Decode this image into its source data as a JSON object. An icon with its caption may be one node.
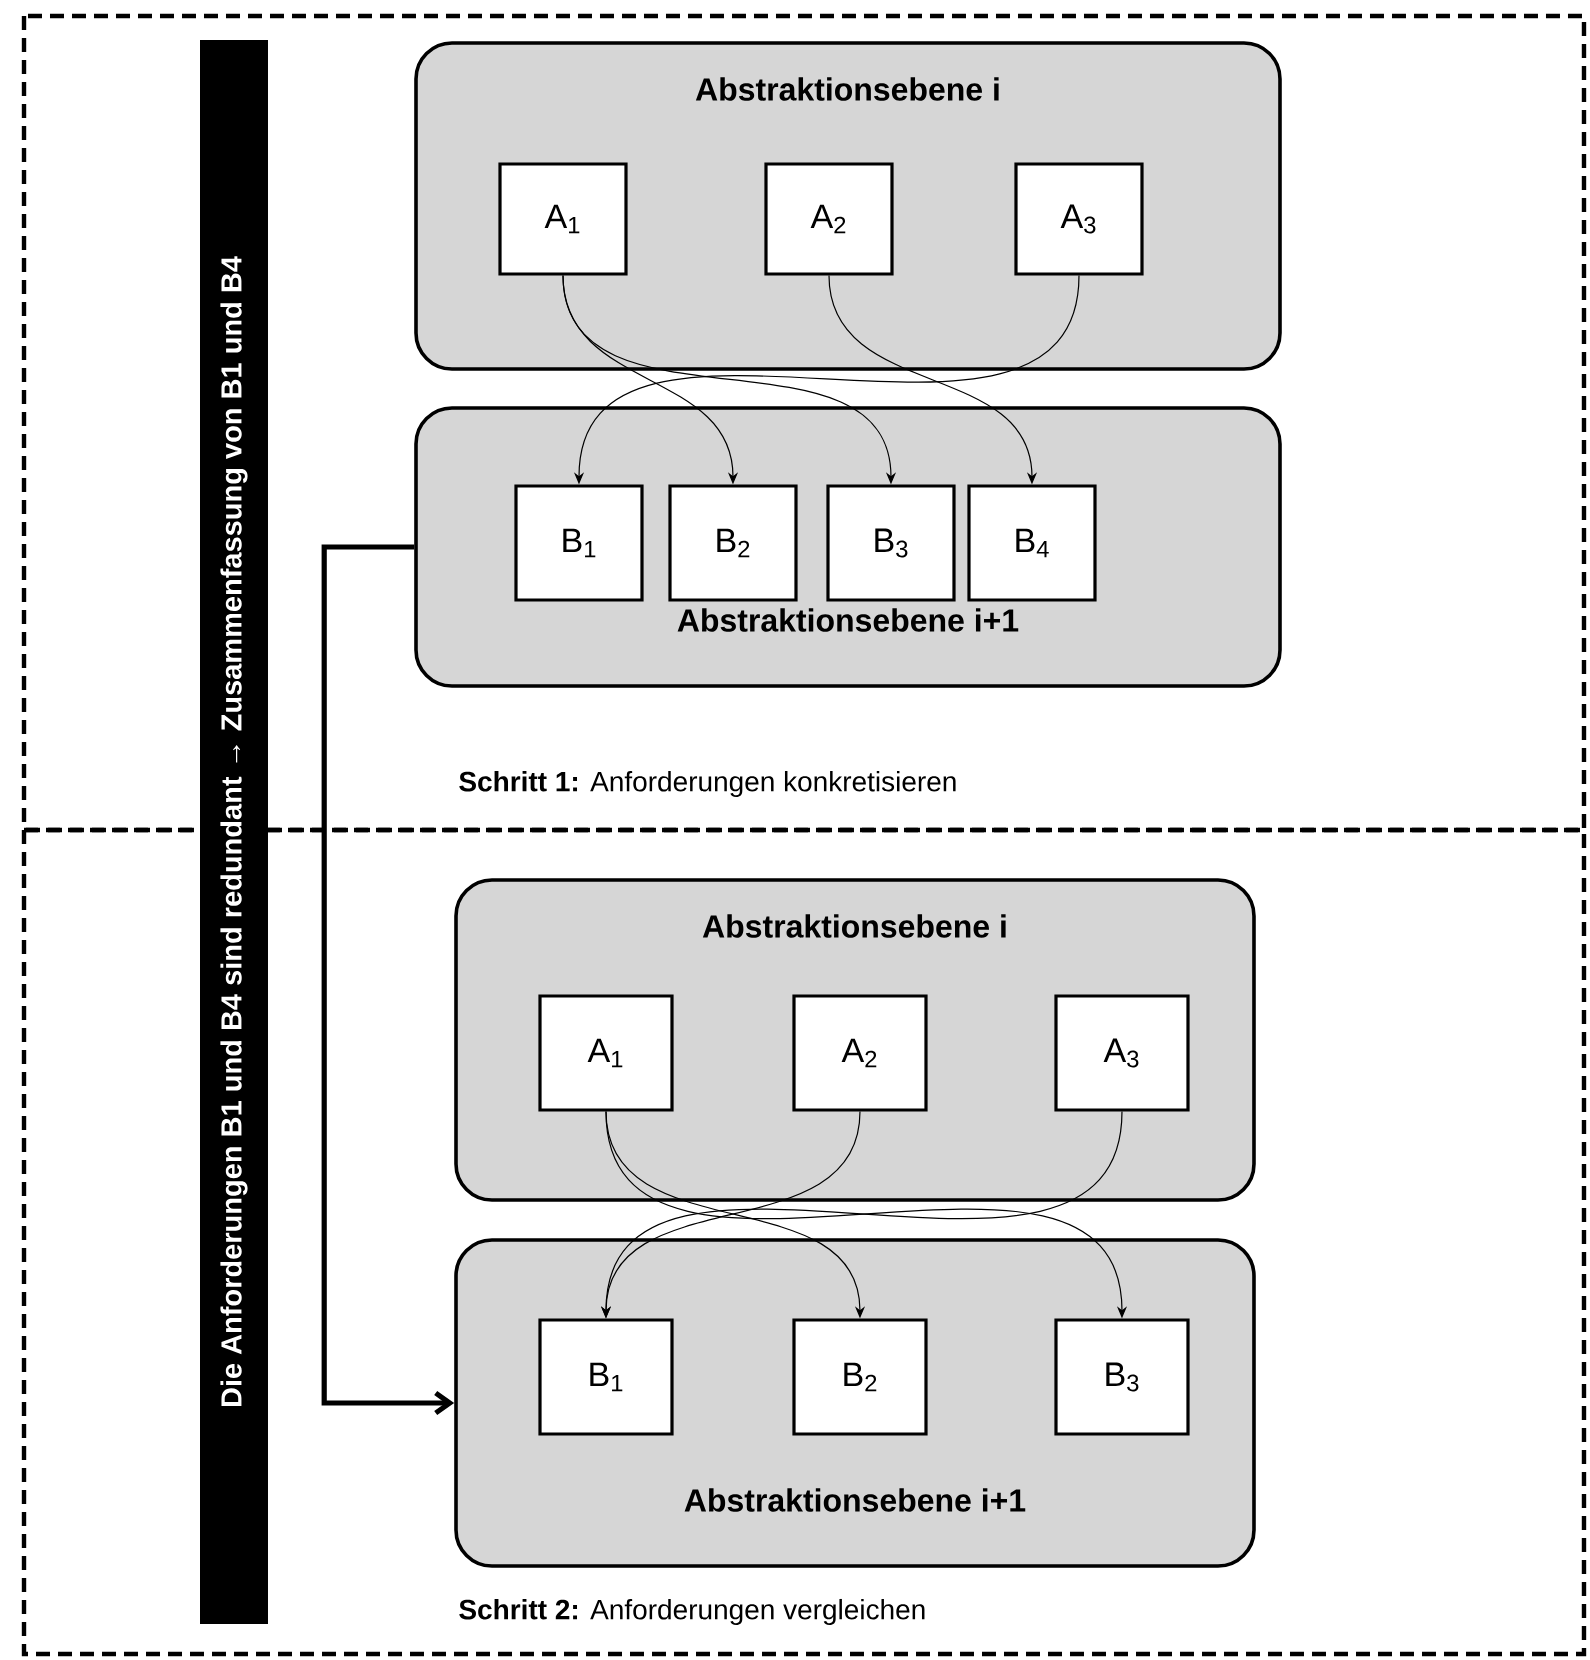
{
  "diagram": {
    "nodes": [
      {
        "text": [
          "Abstraktionsebene i"
        ]
      },
      {
        "text": [
          "A$_{1}$"
        ],
        "in": 0
      },
      {
        "text": [
          "A$_{2}$"
        ],
        "in": 0
      },
      {
        "text": [
          "A$_{3}$"
        ],
        "in": 0
      },
      {
        "text": [
          "Abstraktionsebene i+1"
        ]
      },
      {
        "text": [
          "B$_{1}$"
        ],
        "in": 4
      },
      {
        "text": [
          "B$_{2}$"
        ],
        "in": 4
      },
      {
        "text": [
          "B$_{3}$"
        ],
        "in": 4
      },
      {
        "text": [
          "B$_{4}$"
        ],
        "in": 4
      },
      {
        "text": [
          "Abstraktionsebene i"
        ]
      },
      {
        "text": [
          "A$_{1}$"
        ],
        "in": 9
      },
      {
        "text": [
          "A$_{2}$"
        ],
        "in": 9
      },
      {
        "text": [
          "A$_{3}$"
        ],
        "in": 9
      },
      {
        "text": [
          "Abstraktionsebene i+1"
        ]
      },
      {
        "text": [
          "B$_{1}$"
        ],
        "in": 13
      },
      {
        "text": [
          "B$_{2}$"
        ],
        "in": 13
      },
      {
        "text": [
          "B$_{3}$"
        ],
        "in": 13
      },
      {
        "text": [
          "Die Anforderungen B1 und B4 sind redundant → Zusammenfassung von B1 und B4"
        ]
      }
    ],
    "edges": [
      {
        "from": 1,
        "to": 6,
        "arrow": "to"
      },
      {
        "from": 1,
        "to": 7,
        "arrow": "to"
      },
      {
        "from": 2,
        "to": 8,
        "arrow": "to"
      },
      {
        "from": 3,
        "to": 5,
        "arrow": "to"
      },
      {
        "from": 10,
        "to": 15,
        "arrow": "to"
      },
      {
        "from": 10,
        "to": 16,
        "arrow": "to"
      },
      {
        "from": 11,
        "to": 14,
        "arrow": "to"
      },
      {
        "from": 12,
        "to": 14,
        "arrow": "to"
      },
      {
        "from": 4,
        "to": 13,
        "arrow": "to",
        "style": "thick"
      }
    ],
    "labels": [
      "**Schritt 1:** Anforderungen konkretisieren",
      "**Schritt 2:** Anforderungen vergleichen"
    ]
  }
}
